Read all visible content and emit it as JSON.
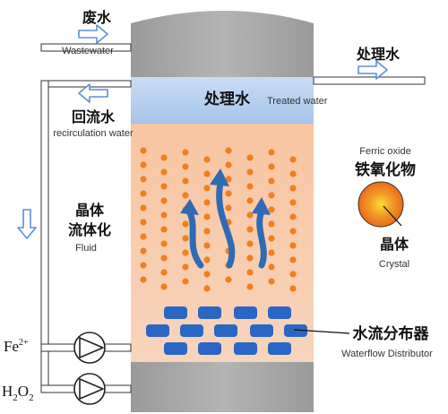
{
  "labels": {
    "wastewater_zh": "废水",
    "wastewater_en": "Wastewater",
    "treated_out_zh": "处理水",
    "treated_band_zh": "处理水",
    "treated_band_en": "Treated water",
    "recirc_zh": "回流水",
    "recirc_en": "recirculation water",
    "fluid_zh_1": "晶体",
    "fluid_zh_2": "流体化",
    "fluid_en": "Fluid",
    "ferric_en": "Ferric oxide",
    "ferric_zh": "铁氧化物",
    "crystal_zh": "晶体",
    "crystal_en": "Crystal",
    "distributor_zh": "水流分布器",
    "distributor_en": "Waterflow Distributor",
    "fe_base": "Fe",
    "fe_charge": "2+",
    "h2o2_h": "H",
    "h2o2_sub1": "2",
    "h2o2_o": "O",
    "h2o2_sub2": "2"
  },
  "colors": {
    "vessel_gray": "#a9a9a9",
    "treated_blue": "#a9c6ea",
    "reactor_peach": "#f8c8a7",
    "particle_orange": "#f07f1e",
    "flow_arrow_blue": "#2f6bb5",
    "distributor_blue": "#2a66c4",
    "outline_arrow_blue": "#5b8fd6"
  },
  "icons": {
    "inflow_arrow": "outline-arrow-right-icon",
    "outflow_arrow": "outline-arrow-right-icon",
    "recirc_arrow": "outline-arrow-left-icon",
    "down_arrow": "outline-arrow-down-icon",
    "pump": "pump-icon"
  }
}
